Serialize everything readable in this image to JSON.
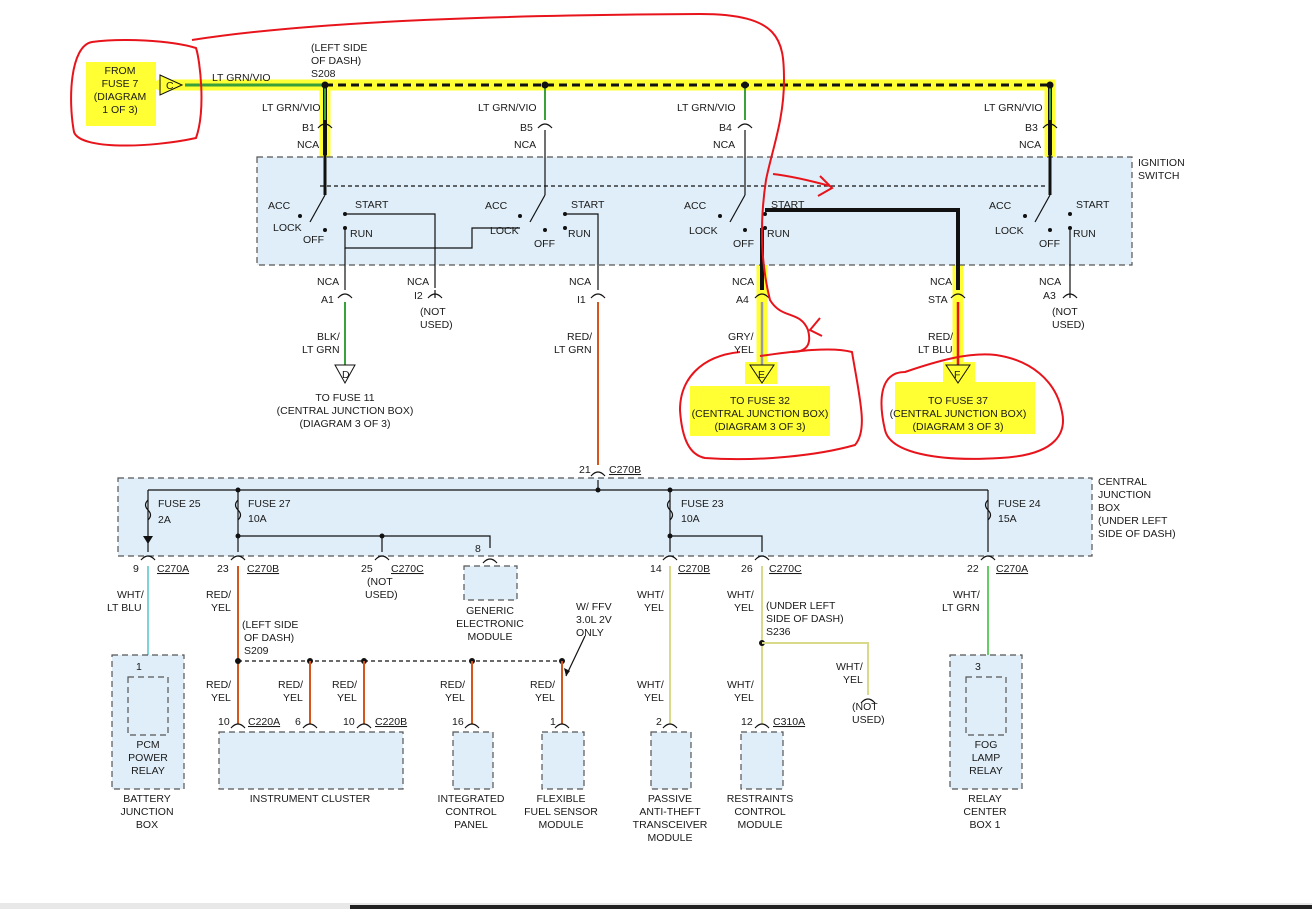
{
  "labels": {
    "from_fuse": [
      "FROM",
      "FUSE 7",
      "(DIAGRAM",
      "1 OF 3)"
    ],
    "conn_c": "C",
    "lt_grn_vio": "LT GRN/VIO",
    "left_side_dash": [
      "(LEFT SIDE",
      "OF DASH)",
      "S208"
    ],
    "b1": "B1",
    "b5": "B5",
    "b4": "B4",
    "b3": "B3",
    "nca": "NCA",
    "ignition_switch": [
      "IGNITION",
      "SWITCH"
    ],
    "acc": "ACC",
    "lock": "LOCK",
    "off": "OFF",
    "run": "RUN",
    "start": "START",
    "a1": "A1",
    "i2": "I2",
    "i1": "I1",
    "a4": "A4",
    "sta": "STA",
    "a3": "A3",
    "not_used": [
      "(NOT",
      "USED)"
    ],
    "blk_lt_grn": [
      "BLK/",
      "LT GRN"
    ],
    "red_lt_grn": [
      "RED/",
      "LT GRN"
    ],
    "gry_yel": [
      "GRY/",
      "YEL"
    ],
    "red_lt_blu": [
      "RED/",
      "LT BLU"
    ],
    "conn_d": "D",
    "conn_e": "E",
    "conn_f": "F",
    "to_fuse_11": [
      "TO FUSE 11",
      "(CENTRAL JUNCTION BOX)",
      "(DIAGRAM 3 OF 3)"
    ],
    "to_fuse_32": [
      "TO FUSE 32",
      "(CENTRAL JUNCTION BOX)",
      "(DIAGRAM 3 OF 3)"
    ],
    "to_fuse_37": [
      "TO FUSE 37",
      "(CENTRAL JUNCTION BOX)",
      "(DIAGRAM 3 OF 3)"
    ],
    "pin_21": "21",
    "c270b": "C270B",
    "central_junction_box": [
      "CENTRAL",
      "JUNCTION",
      "BOX",
      "(UNDER LEFT",
      "SIDE OF DASH)"
    ],
    "fuse_25": [
      "FUSE 25",
      "2A"
    ],
    "fuse_27": [
      "FUSE 27",
      "10A"
    ],
    "fuse_23": [
      "FUSE 23",
      "10A"
    ],
    "fuse_24": [
      "FUSE 24",
      "15A"
    ],
    "pin_8": "8",
    "pin_9": "9",
    "c270a": "C270A",
    "pin_23": "23",
    "pin_25": "25",
    "c270c": "C270C",
    "pin_14": "14",
    "pin_26": "26",
    "pin_22": "22",
    "generic_module": [
      "GENERIC",
      "ELECTRONIC",
      "MODULE"
    ],
    "wht_lt_blu": [
      "WHT/",
      "LT BLU"
    ],
    "red_yel": [
      "RED/",
      "YEL"
    ],
    "wht_yel": [
      "WHT/",
      "YEL"
    ],
    "wht_lt_grn": [
      "WHT/",
      "LT GRN"
    ],
    "left_side_s209": [
      "(LEFT SIDE",
      "OF DASH)",
      "S209"
    ],
    "ffv": [
      "W/ FFV",
      "3.0L 2V",
      "ONLY"
    ],
    "under_left_s236": [
      "(UNDER LEFT",
      "SIDE OF DASH)",
      "S236"
    ],
    "pin_1": "1",
    "pin_10": "10",
    "pin_6": "6",
    "pin_16": "16",
    "pin_2": "2",
    "pin_12": "12",
    "pin_3": "3",
    "c220a": "C220A",
    "c220b": "C220B",
    "c310a": "C310A",
    "pcm_relay": [
      "PCM",
      "POWER",
      "RELAY"
    ],
    "fog_relay": [
      "FOG",
      "LAMP",
      "RELAY"
    ],
    "battery_jb": [
      "BATTERY",
      "JUNCTION",
      "BOX"
    ],
    "instrument_cluster": "INSTRUMENT CLUSTER",
    "icp": [
      "INTEGRATED",
      "CONTROL",
      "PANEL"
    ],
    "ffsm": [
      "FLEXIBLE",
      "FUEL SENSOR",
      "MODULE"
    ],
    "pats": [
      "PASSIVE",
      "ANTI-THEFT",
      "TRANSCEIVER",
      "MODULE"
    ],
    "rcm": [
      "RESTRAINTS",
      "CONTROL",
      "MODULE"
    ],
    "rcb": [
      "RELAY",
      "CENTER",
      "BOX 1"
    ]
  },
  "colors": {
    "highlight": "#ffff33",
    "annotation_red": "#e8141c",
    "module_fill": "#dfeef8",
    "wire_green": "#3aa03a",
    "wire_orange": "#d4561a",
    "wire_lt_blue": "#7fd3d8",
    "wire_yellowish": "#d9d98a",
    "wire_lt_green": "#66cc66"
  }
}
